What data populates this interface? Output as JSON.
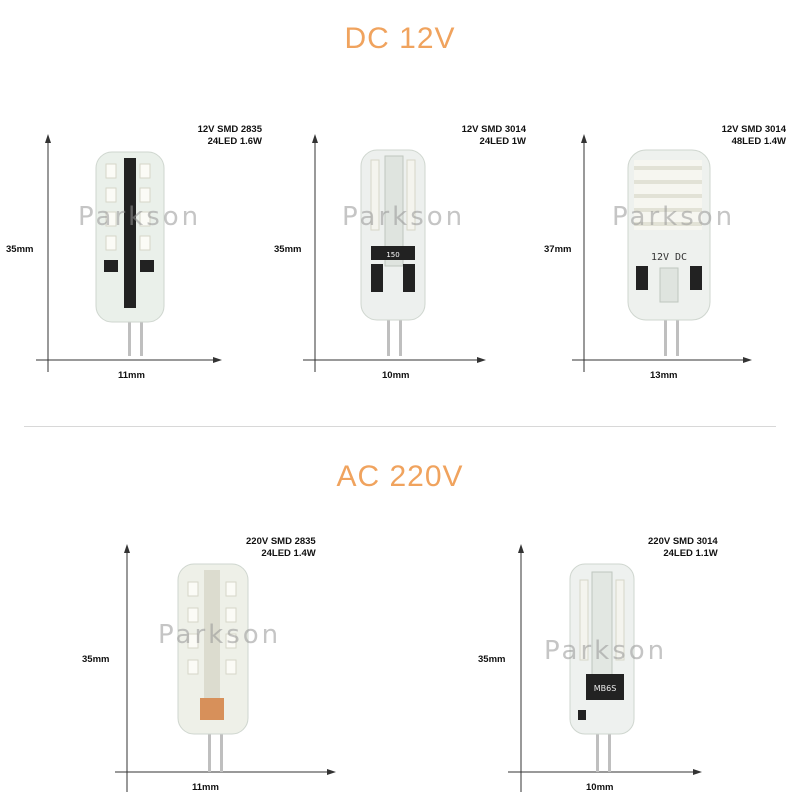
{
  "colors": {
    "title": "#f0a35e",
    "axis": "#333333"
  },
  "sections": {
    "dc": {
      "title": "DC 12V"
    },
    "ac": {
      "title": "AC 220V"
    }
  },
  "watermark": "Parkson",
  "products": [
    {
      "spec_line1": "12V SMD 2835",
      "spec_line2": "24LED 1.6W",
      "height_label": "35mm",
      "width_label": "11mm",
      "icon": "g4-led-bulb-icon"
    },
    {
      "spec_line1": "12V SMD 3014",
      "spec_line2": "24LED 1W",
      "height_label": "35mm",
      "width_label": "10mm",
      "icon": "g4-led-bulb-icon",
      "chip_label": "150"
    },
    {
      "spec_line1": "12V SMD 3014",
      "spec_line2": "48LED 1.4W",
      "height_label": "37mm",
      "width_label": "13mm",
      "icon": "g4-led-bulb-icon",
      "body_print": "12V  DC"
    },
    {
      "spec_line1": "220V SMD 2835",
      "spec_line2": "24LED 1.4W",
      "height_label": "35mm",
      "width_label": "11mm",
      "icon": "g4-led-bulb-icon"
    },
    {
      "spec_line1": "220V SMD 3014",
      "spec_line2": "24LED 1.1W",
      "height_label": "35mm",
      "width_label": "10mm",
      "icon": "g4-led-bulb-icon",
      "chip_label": "MB6S"
    }
  ]
}
